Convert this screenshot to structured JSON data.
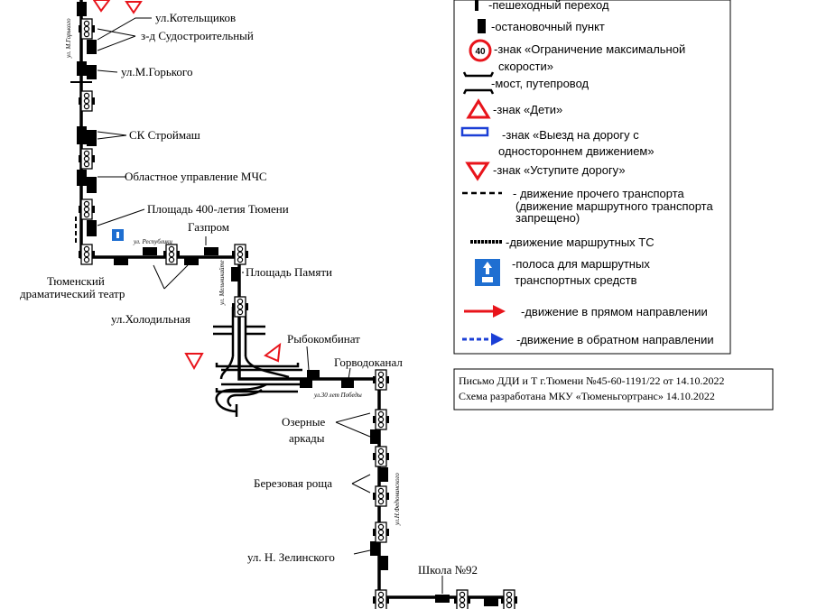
{
  "route": {
    "stops": {
      "kotelshchikov": "ул.Котельщиков",
      "sudostroitelny": "з-д Судостроительный",
      "gorkogo": "ул.М.Горького",
      "stroymash": "СК Строймаш",
      "mchs": "Областное управление МЧС",
      "ploshchad400": "Площадь 400-летия Тюмени",
      "teatr_line1": "Тюменский",
      "teatr_line2": "драматический театр",
      "gazprom": "Газпром",
      "kholodilnaya": "ул.Холодильная",
      "pamyati": "Площадь Памяти",
      "rybokombinat": "Рыбокомбинат",
      "gorvodokanal": "Горводоканал",
      "ozernye_line1": "Озерные",
      "ozernye_line2": "аркады",
      "berezovaya": "Березовая роща",
      "zelinskogo": "ул. Н. Зелинского",
      "shkola92": "Школа №92"
    },
    "streets": {
      "gorkogo": "ул. М.Горького",
      "respubliki": "ул. Республики",
      "melnikaite": "ул. Мельникайте",
      "let30": "ул.30 лет Победы",
      "fedyuninskogo": "ул.Н.Федюнинского"
    }
  },
  "legend": {
    "crossing": "-пешеходный переход",
    "stop": "-остановочный пункт",
    "speed_sign_value": "40",
    "speed_line1": "-знак «Ограничение максимальной",
    "speed_line2": "скорости»",
    "bridge": "-мост, путепровод",
    "children": "-знак «Дети»",
    "oneway_line1": "-знак «Выезд на дорогу с",
    "oneway_line2": "одностороннем движением»",
    "yield": "-знак «Уступите дорогу»",
    "other_line1": "- движение прочего транспорта",
    "other_line2": "(движение маршрутного транспорта",
    "other_line3": "запрещено)",
    "route_ts": "-движение маршрутных ТС",
    "lane_line1": "-полоса для маршрутных",
    "lane_line2": "транспортных средств",
    "forward": "-движение в прямом направлении",
    "reverse": "-движение в обратном направлении",
    "colors": {
      "forward": "#e8141b",
      "reverse": "#1b3fd6",
      "lane": "#1f6fd1",
      "sign": "#e8141b"
    }
  },
  "note": {
    "line1": "Письмо ДДИ и Т г.Тюмени №45-60-1191/22 от 14.10.2022",
    "line2": "Схема разработана МКУ «Тюменьгортранс» 14.10.2022"
  }
}
